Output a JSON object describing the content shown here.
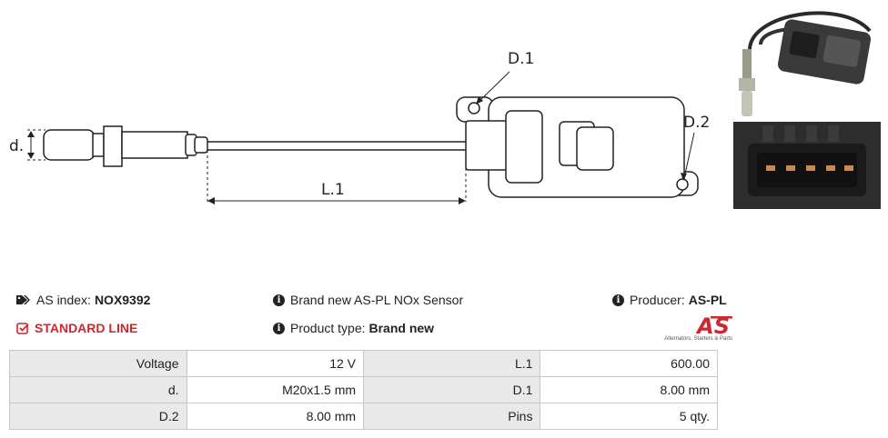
{
  "diagram": {
    "labels": {
      "d": "d.",
      "L1": "L.1",
      "D1": "D.1",
      "D2": "D.2"
    }
  },
  "photos": {
    "top_icon": "nox-sensor-photo",
    "bottom_icon": "connector-plug-photo"
  },
  "info": {
    "index_label": "AS index:",
    "index_value": "NOX9392",
    "standard_line": "STANDARD LINE",
    "description": "Brand new AS-PL NOx Sensor",
    "product_type_label": "Product type:",
    "product_type_value": "Brand new",
    "producer_label": "Producer:",
    "producer_value": "AS-PL"
  },
  "logo": {
    "text": "AS",
    "tagline": "Alternators, Starters & Parts",
    "color": "#d0262f"
  },
  "specs": [
    {
      "k1": "Voltage",
      "v1": "12 V",
      "k2": "L.1",
      "v2": "600.00"
    },
    {
      "k1": "d.",
      "v1": "M20x1.5 mm",
      "k2": "D.1",
      "v2": "8.00 mm"
    },
    {
      "k1": "D.2",
      "v1": "8.00 mm",
      "k2": "Pins",
      "v2": "5 qty."
    }
  ]
}
